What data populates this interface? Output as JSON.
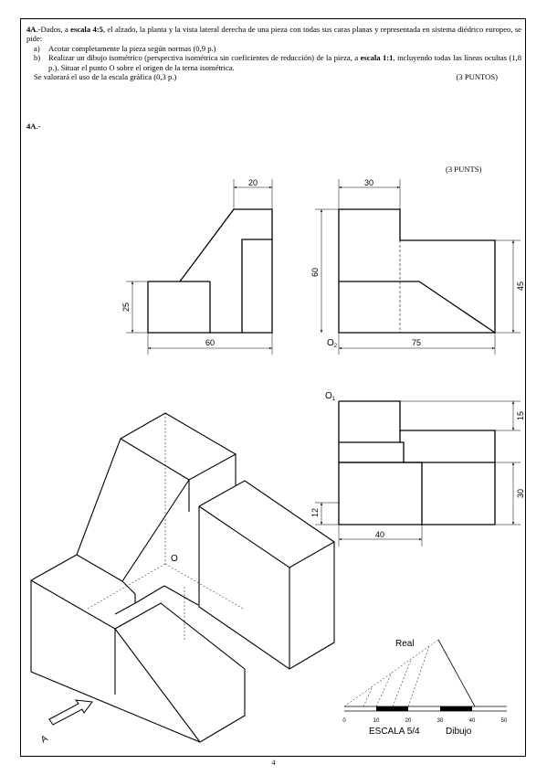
{
  "intro": {
    "number": "4A",
    "lead": ".-Dados, a ",
    "scale": "escala 4:5",
    "rest": ", el alzado, la planta y la vista lateral derecha de una pieza con todas sus caras planas y representada en sistema diédrico europeo, se pide:",
    "items": [
      {
        "label": "a)",
        "text": "Acotar completamente la pieza según normas  (0,9 p.)"
      },
      {
        "label": "b)",
        "text_pre": "Realizar un dibujo isométrico (perspectiva isométrica sin coeficientes de reducción) de la pieza, a ",
        "text_bold": "escala 1:1",
        "text_post": ", incluyendo todas las líneas ocultas (1,8 p.). Situar el punto O sobre el origen de la terna isométrica."
      }
    ],
    "last_line": "Se valorará el uso de la escala gráfica (0,3 p.)",
    "points": "(3 PUNTOS)"
  },
  "section": {
    "number": "4A",
    "suffix": ".-"
  },
  "points_alt": "(3 PUNTS)",
  "dimensions": {
    "alzado_top": "20",
    "alzado_height": "25",
    "alzado_width": "60",
    "lateral_top": "30",
    "lateral_height": "60",
    "lateral_right": "45",
    "lateral_width": "75",
    "planta_right_top": "15",
    "planta_right_bottom": "30",
    "planta_left": "12",
    "planta_width": "40"
  },
  "labels": {
    "origin_lateral": "O",
    "origin_lateral_sub": "2",
    "origin_planta": "O",
    "origin_planta_sub": "1",
    "origin_iso": "O",
    "view_arrow": "A"
  },
  "scale_graph": {
    "real": "Real",
    "ticks": [
      "0",
      "10",
      "20",
      "30",
      "40",
      "50"
    ],
    "title": "ESCALA 5/4",
    "dibujo": "Dibujo"
  },
  "page_number": "4"
}
